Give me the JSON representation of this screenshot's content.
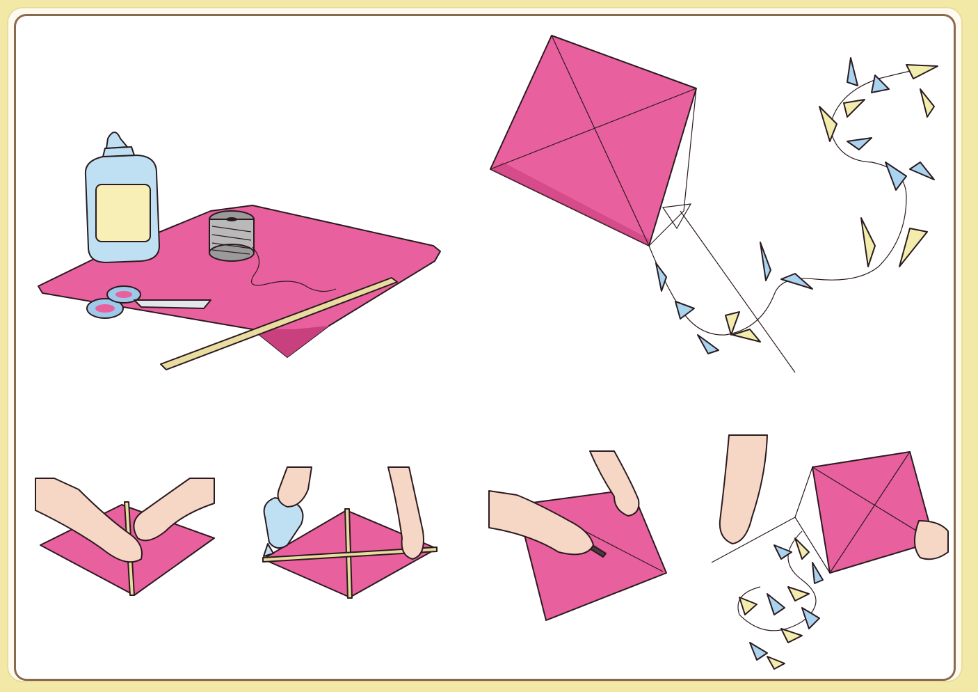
{
  "illustration": {
    "colors": {
      "background_border": "#f3e9a6",
      "frame_line": "#8a6a4e",
      "paper": "#e8609d",
      "paper_shade": "#c9407f",
      "skin": "#f6d6c4",
      "glue_bottle": "#bfe0f3",
      "glue_label": "#f7efb6",
      "stick": "#e9dca0",
      "ribbon_blue": "#a9d3ef",
      "ribbon_yellow": "#f2ecad"
    },
    "scenes": [
      {
        "name": "materials",
        "items": [
          "glue-bottle-icon",
          "thread-spool-icon",
          "scissors-icon",
          "wooden-stick-icon",
          "pink-paper-icon"
        ]
      },
      {
        "name": "finished-kite",
        "items": [
          "kite-icon",
          "kite-tail-icon",
          "kite-string-icon"
        ]
      },
      {
        "name": "step-1",
        "items": [
          "hands-icon",
          "paper-icon",
          "stick-icon"
        ]
      },
      {
        "name": "step-2",
        "items": [
          "glue-bottle-icon",
          "hands-icon",
          "paper-icon",
          "crossed-sticks-icon"
        ]
      },
      {
        "name": "step-3",
        "items": [
          "hands-icon",
          "paper-icon",
          "pencil-icon"
        ]
      },
      {
        "name": "step-4",
        "items": [
          "hands-icon",
          "kite-icon",
          "ribbons-icon"
        ]
      }
    ]
  }
}
